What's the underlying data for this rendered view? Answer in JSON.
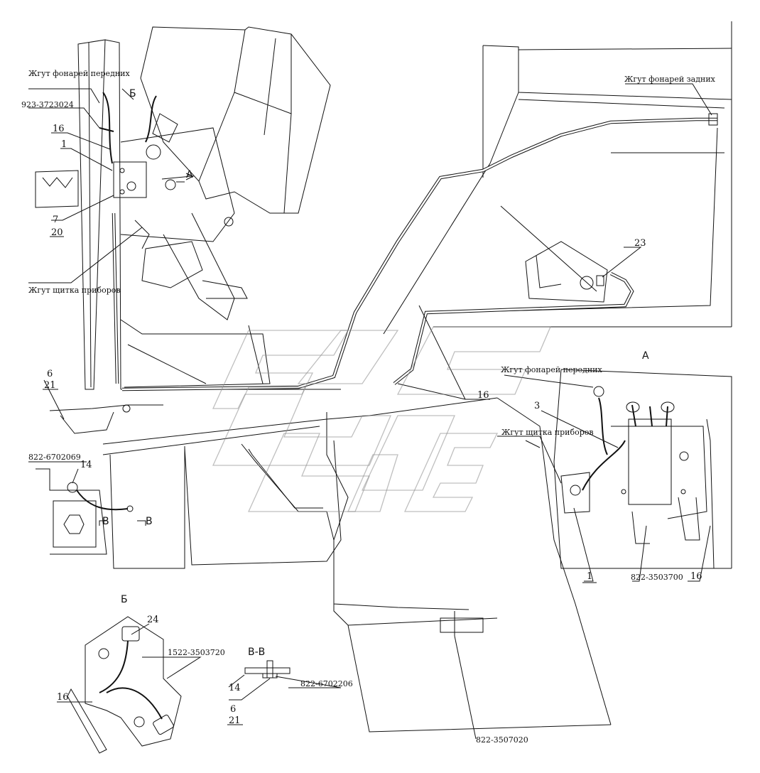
{
  "labels": {
    "harness_front_lights": "Жгут фонарей передних",
    "harness_rear_lights": "Жгут фонарей задних",
    "harness_instrument_panel": "Жгут щитка приборов",
    "harness_front_lights_a": "Жгут фонарей передних",
    "harness_instrument_panel_a": "Жгут щитка приборов",
    "part_923_3723024": "923-3723024",
    "part_822_6702069": "822-6702069",
    "part_822_3503700": "822-3503700",
    "part_822_3507020": "822-3507020",
    "part_1522_3503720": "1522-3503720",
    "part_822_6702206": "822-6702206"
  },
  "callouts": {
    "n16_top": "16",
    "n1_top": "1",
    "n7": "7",
    "n20": "20",
    "n23": "23",
    "n16_mid": "16",
    "n6_left": "6",
    "n21_left": "21",
    "n14_left": "14",
    "n3": "3",
    "n1_a": "1",
    "n16_a": "16",
    "n24": "24",
    "n16_b": "16",
    "n14_vv": "14",
    "n6_vv": "6",
    "n21_vv": "21"
  },
  "sections": {
    "view_b_mark": "Б",
    "view_a_mark": "А",
    "view_a_title": "А",
    "view_b_title": "Б",
    "section_vv_title": "В-В",
    "section_b_left": "В",
    "section_b_right": "В"
  }
}
